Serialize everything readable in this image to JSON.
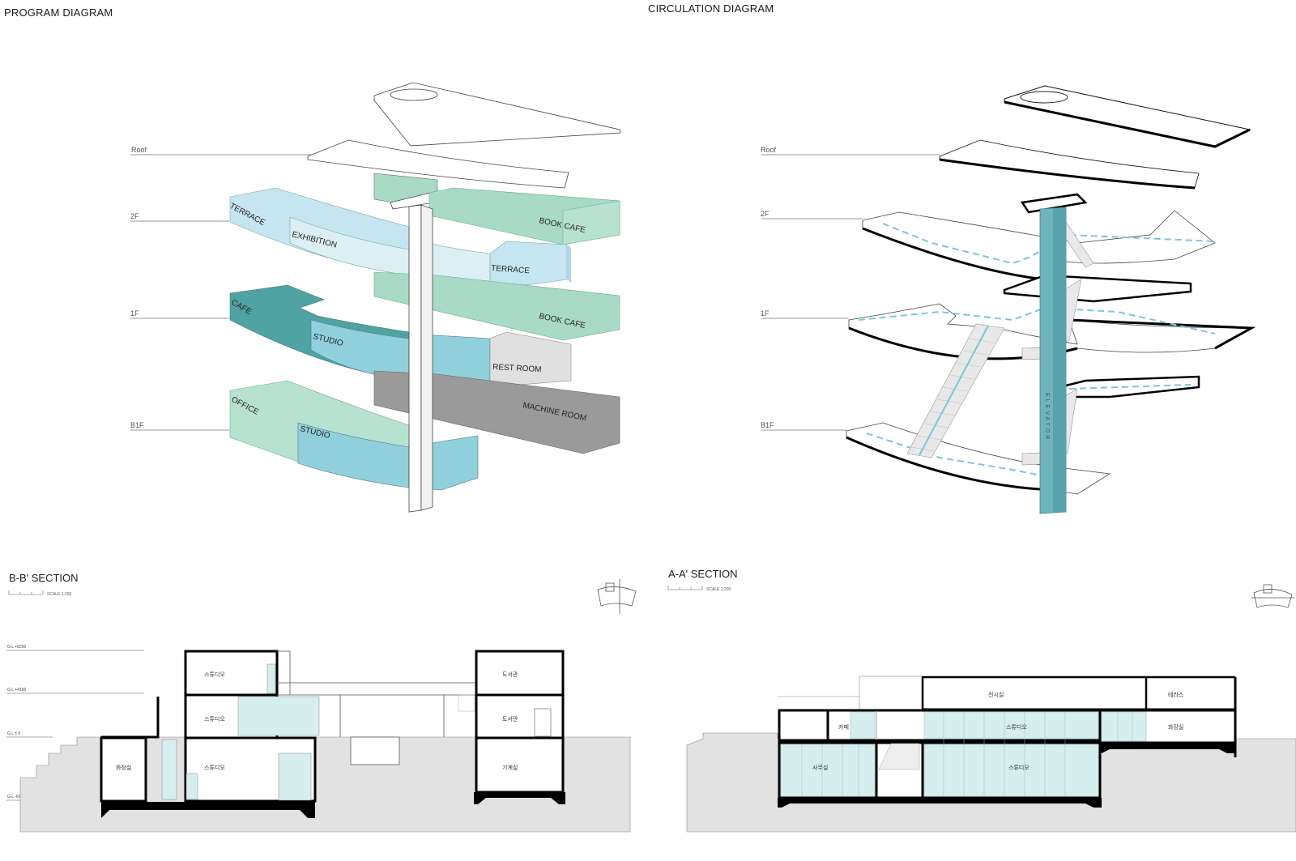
{
  "titles": {
    "program": "PROGRAM DIAGRAM",
    "circulation": "CIRCULATION DIAGRAM",
    "section_bb": "B-B' SECTION",
    "section_aa": "A-A' SECTION",
    "scale": "SCALE 1:200"
  },
  "levels": [
    "Roof",
    "2F",
    "1F",
    "B1F"
  ],
  "program_labels": {
    "book_cafe_2f": "BOOK CAFE",
    "terrace_2f_left": "TERRACE",
    "exhibition": "EXHIBITION",
    "terrace_2f_right": "TERRACE",
    "book_cafe_1f": "BOOK CAFE",
    "cafe": "CAFE",
    "studio_1f": "STUDIO",
    "rest_room": "REST ROOM",
    "machine_room": "MACHINE ROOM",
    "office": "OFFICE",
    "studio_b1f": "STUDIO"
  },
  "elevator_label": "ELEVATOR",
  "section_bb": {
    "gl_marks": [
      "G.L +8200",
      "G.L +4100",
      "G.L ± 0",
      "G.L -6000"
    ],
    "rooms": {
      "studio_top": "스튜디오",
      "studio_mid": "스튜디오",
      "studio_low": "스튜디오",
      "toilet": "화장실",
      "library_top": "도서관",
      "library_mid": "도서관",
      "machine": "기계실"
    }
  },
  "section_aa": {
    "rooms": {
      "exhibition": "전시실",
      "terrace": "테라스",
      "cafe": "카페",
      "studio_upper": "스튜디오",
      "toilet": "화장실",
      "office": "사무실",
      "studio_lower": "스튜디오"
    }
  },
  "colors": {
    "mint": "#a9dac6",
    "light_blue": "#c5e5f1",
    "pale_blue": "#dcf0f4",
    "teal": "#4fa3a2",
    "aqua": "#8fd0dc",
    "grey_light": "#e0e0e0",
    "grey_dark": "#9a9a9a",
    "elevator": "#6fb4bd",
    "dash": "#7cc6d6",
    "ground": "#e2e2e2",
    "glass": "#d7eeee"
  }
}
